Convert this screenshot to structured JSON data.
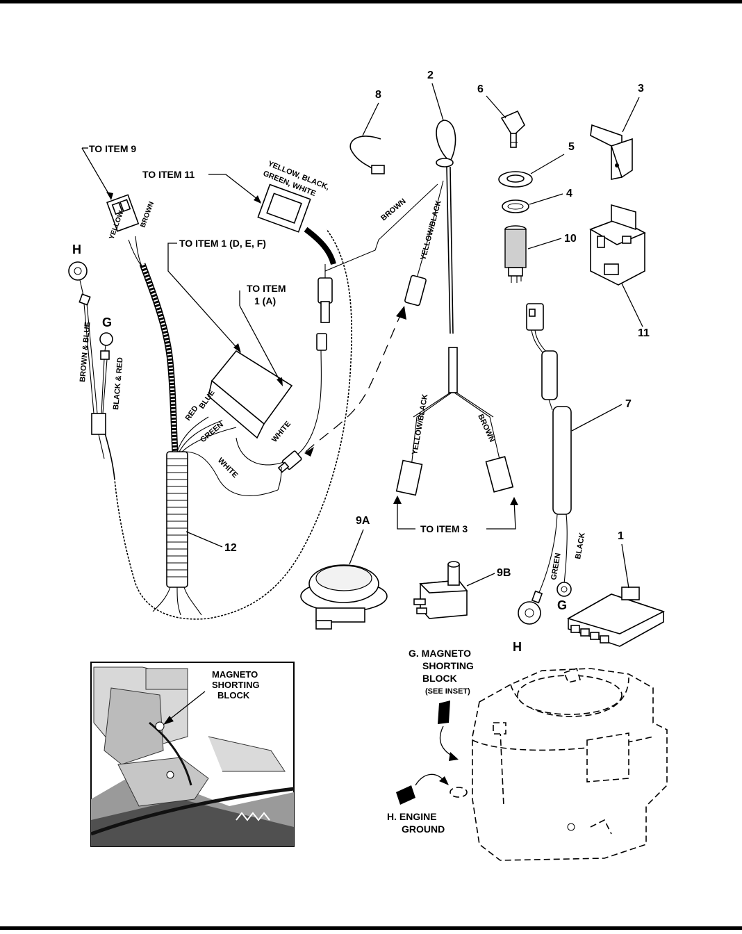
{
  "callouts": {
    "item_1": "1",
    "item_2": "2",
    "item_3": "3",
    "item_4": "4",
    "item_5": "5",
    "item_6": "6",
    "item_7": "7",
    "item_8": "8",
    "item_9a": "9A",
    "item_9b": "9B",
    "item_10": "10",
    "item_11": "11",
    "item_12": "12"
  },
  "labels": {
    "to_item_9": "TO ITEM 9",
    "to_item_11": "TO ITEM 11",
    "to_item_1_def": "TO ITEM 1 (D, E, F)",
    "to_item_1a_line1": "TO ITEM",
    "to_item_1a_line2": "1 (A)",
    "to_item_3": "TO ITEM 3",
    "h_left": "H",
    "g_left": "G",
    "g_right": "G",
    "h_right": "H"
  },
  "wire_colors": {
    "yellow": "YELLOW",
    "brown_conn": "BROWN",
    "yellow_black_green_white_1": "YELLOW, BLACK,",
    "yellow_black_green_white_2": "GREEN,  WHITE",
    "brown_upper": "BROWN",
    "yellow_black_upper": "YELLOW/BLACK",
    "brown_and_blue": "BROWN & BLUE",
    "black_and_red": "BLACK & RED",
    "red": "RED",
    "blue": "BLUE",
    "green": "GREEN",
    "white_1": "WHITE",
    "white_2": "WHITE",
    "yellow_black_lower": "YELLOW/BLACK",
    "brown_lower": "BROWN",
    "green_item7": "GREEN",
    "black_item7": "BLACK"
  },
  "inset": {
    "line1": "MAGNETO",
    "line2": "SHORTING",
    "line3": "BLOCK"
  },
  "engine_notes": {
    "g_line1": "G. MAGNETO",
    "g_line2": "SHORTING",
    "g_line3": "BLOCK",
    "g_line4": "(SEE INSET)",
    "h_line1": "H. ENGINE",
    "h_line2": "GROUND"
  }
}
